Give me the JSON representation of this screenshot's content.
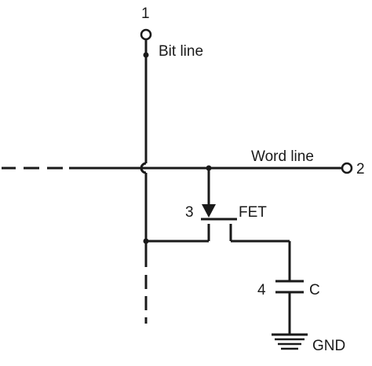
{
  "labels": {
    "bit_line_terminal": "1",
    "bit_line": "Bit line",
    "word_line": "Word line",
    "word_line_terminal": "2",
    "fet_number": "3",
    "fet": "FET",
    "capacitor_number": "4",
    "capacitor": "C",
    "ground": "GND"
  }
}
